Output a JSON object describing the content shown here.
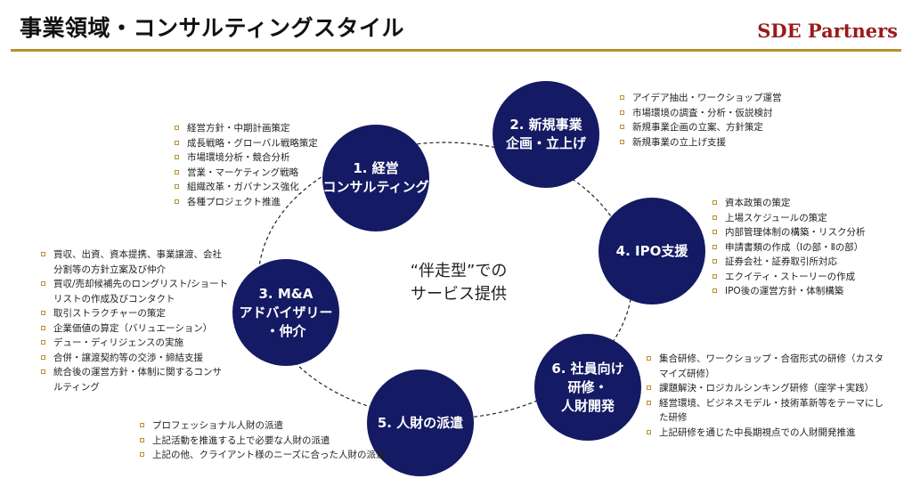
{
  "header": {
    "title": "事業領域・コンサルティングスタイル",
    "brand": "SDE Partners"
  },
  "colors": {
    "circle": "#141a63",
    "accent_rule": "#b8912d",
    "brand_text": "#9a1a1a"
  },
  "center": {
    "line1": "“伴走型”での",
    "line2": "サービス提供"
  },
  "services": [
    {
      "title_lines": [
        "1. 経営",
        "コンサルティング"
      ],
      "items": [
        "経営方針・中期計画策定",
        "成長戦略・グローバル戦略策定",
        "市場環境分析・競合分析",
        "営業・マーケティング戦略",
        "組織改革・ガバナンス強化",
        "各種プロジェクト推進"
      ]
    },
    {
      "title_lines": [
        "2. 新規事業",
        "企画・立上げ"
      ],
      "items": [
        "アイデア抽出・ワークショップ運営",
        "市場環境の調査・分析・仮説検討",
        "新規事業企画の立案、方針策定",
        "新規事業の立上げ支援"
      ]
    },
    {
      "title_lines": [
        "4. IPO支援"
      ],
      "items": [
        "資本政策の策定",
        "上場スケジュールの策定",
        "内部管理体制の構築・リスク分析",
        "申請書類の作成（Ⅰの部・Ⅱの部）",
        "証券会社・証券取引所対応",
        "エクイティ・ストーリーの作成",
        "IPO後の運営方針・体制構築"
      ]
    },
    {
      "title_lines": [
        "3. M&A",
        "アドバイザリー",
        "・仲介"
      ],
      "items": [
        "買収、出資、資本提携、事業譲渡、会社分割等の方針立案及び仲介",
        "買収/売却候補先のロングリスト/ショートリストの作成及びコンタクト",
        "取引ストラクチャーの策定",
        "企業価値の算定（バリュエーション）",
        "デュー・ディリジェンスの実施",
        "合併・譲渡契約等の交渉・締結支援",
        "統合後の運営方針・体制に関するコンサルティング"
      ]
    },
    {
      "title_lines": [
        "6. 社員向け",
        "研修・",
        "人財開発"
      ],
      "items": [
        "集合研修、ワークショップ・合宿形式の研修（カスタマイズ研修）",
        "課題解決・ロジカルシンキング研修（座学＋実践）",
        "経営環境、ビジネスモデル・技術革新等をテーマにした研修",
        "上記研修を通じた中長期視点での人財開発推進"
      ]
    },
    {
      "title_lines": [
        "5. 人財の派遣"
      ],
      "items": [
        "プロフェッショナル人財の派遣",
        "上記活動を推進する上で必要な人財の派遣",
        "上記の他、クライアント様のニーズに合った人財の派遣"
      ]
    }
  ]
}
